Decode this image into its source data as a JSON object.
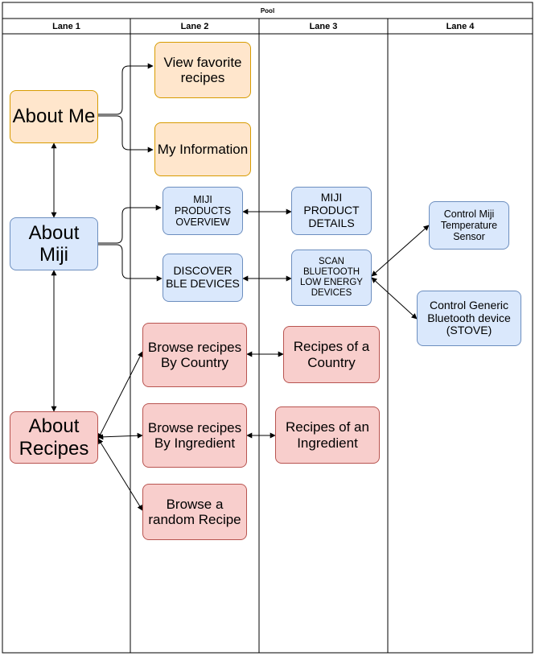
{
  "pool": {
    "title": "Pool",
    "lanes": [
      "Lane 1",
      "Lane 2",
      "Lane 3",
      "Lane 4"
    ]
  },
  "nodes": {
    "about_me": "About Me",
    "about_miji": "About Miji",
    "about_recipes": "About Recipes",
    "view_favorite_recipes": "View favorite recipes",
    "my_information": "My Information",
    "miji_products_overview": "MIJI PRODUCTS OVERVIEW",
    "discoverable_devices": "DISCOVER BLE DEVICES",
    "browse_by_country": "Browse recipes By Country",
    "browse_by_ingredient": "Browse recipes By Ingredient",
    "browse_random": "Browse a random Recipe",
    "miji_product_details": "MIJI PRODUCT DETAILS",
    "scan_ble_devices": "SCAN BLUETOOTH LOW ENERGY DEVICES",
    "recipes_of_country": "Recipes of a Country",
    "recipes_of_ingredient": "Recipes of an Ingredient",
    "control_temp_sensor": "Control Miji Temperature Sensor",
    "control_generic_device": "Control Generic Bluetooth device (STOVE)"
  },
  "colors": {
    "orange_fill": "#ffe6cc",
    "orange_stroke": "#d79b00",
    "blue_fill": "#dae8fc",
    "blue_stroke": "#6c8ebf",
    "red_fill": "#f8cecc",
    "red_stroke": "#b85450",
    "line": "#000000"
  }
}
